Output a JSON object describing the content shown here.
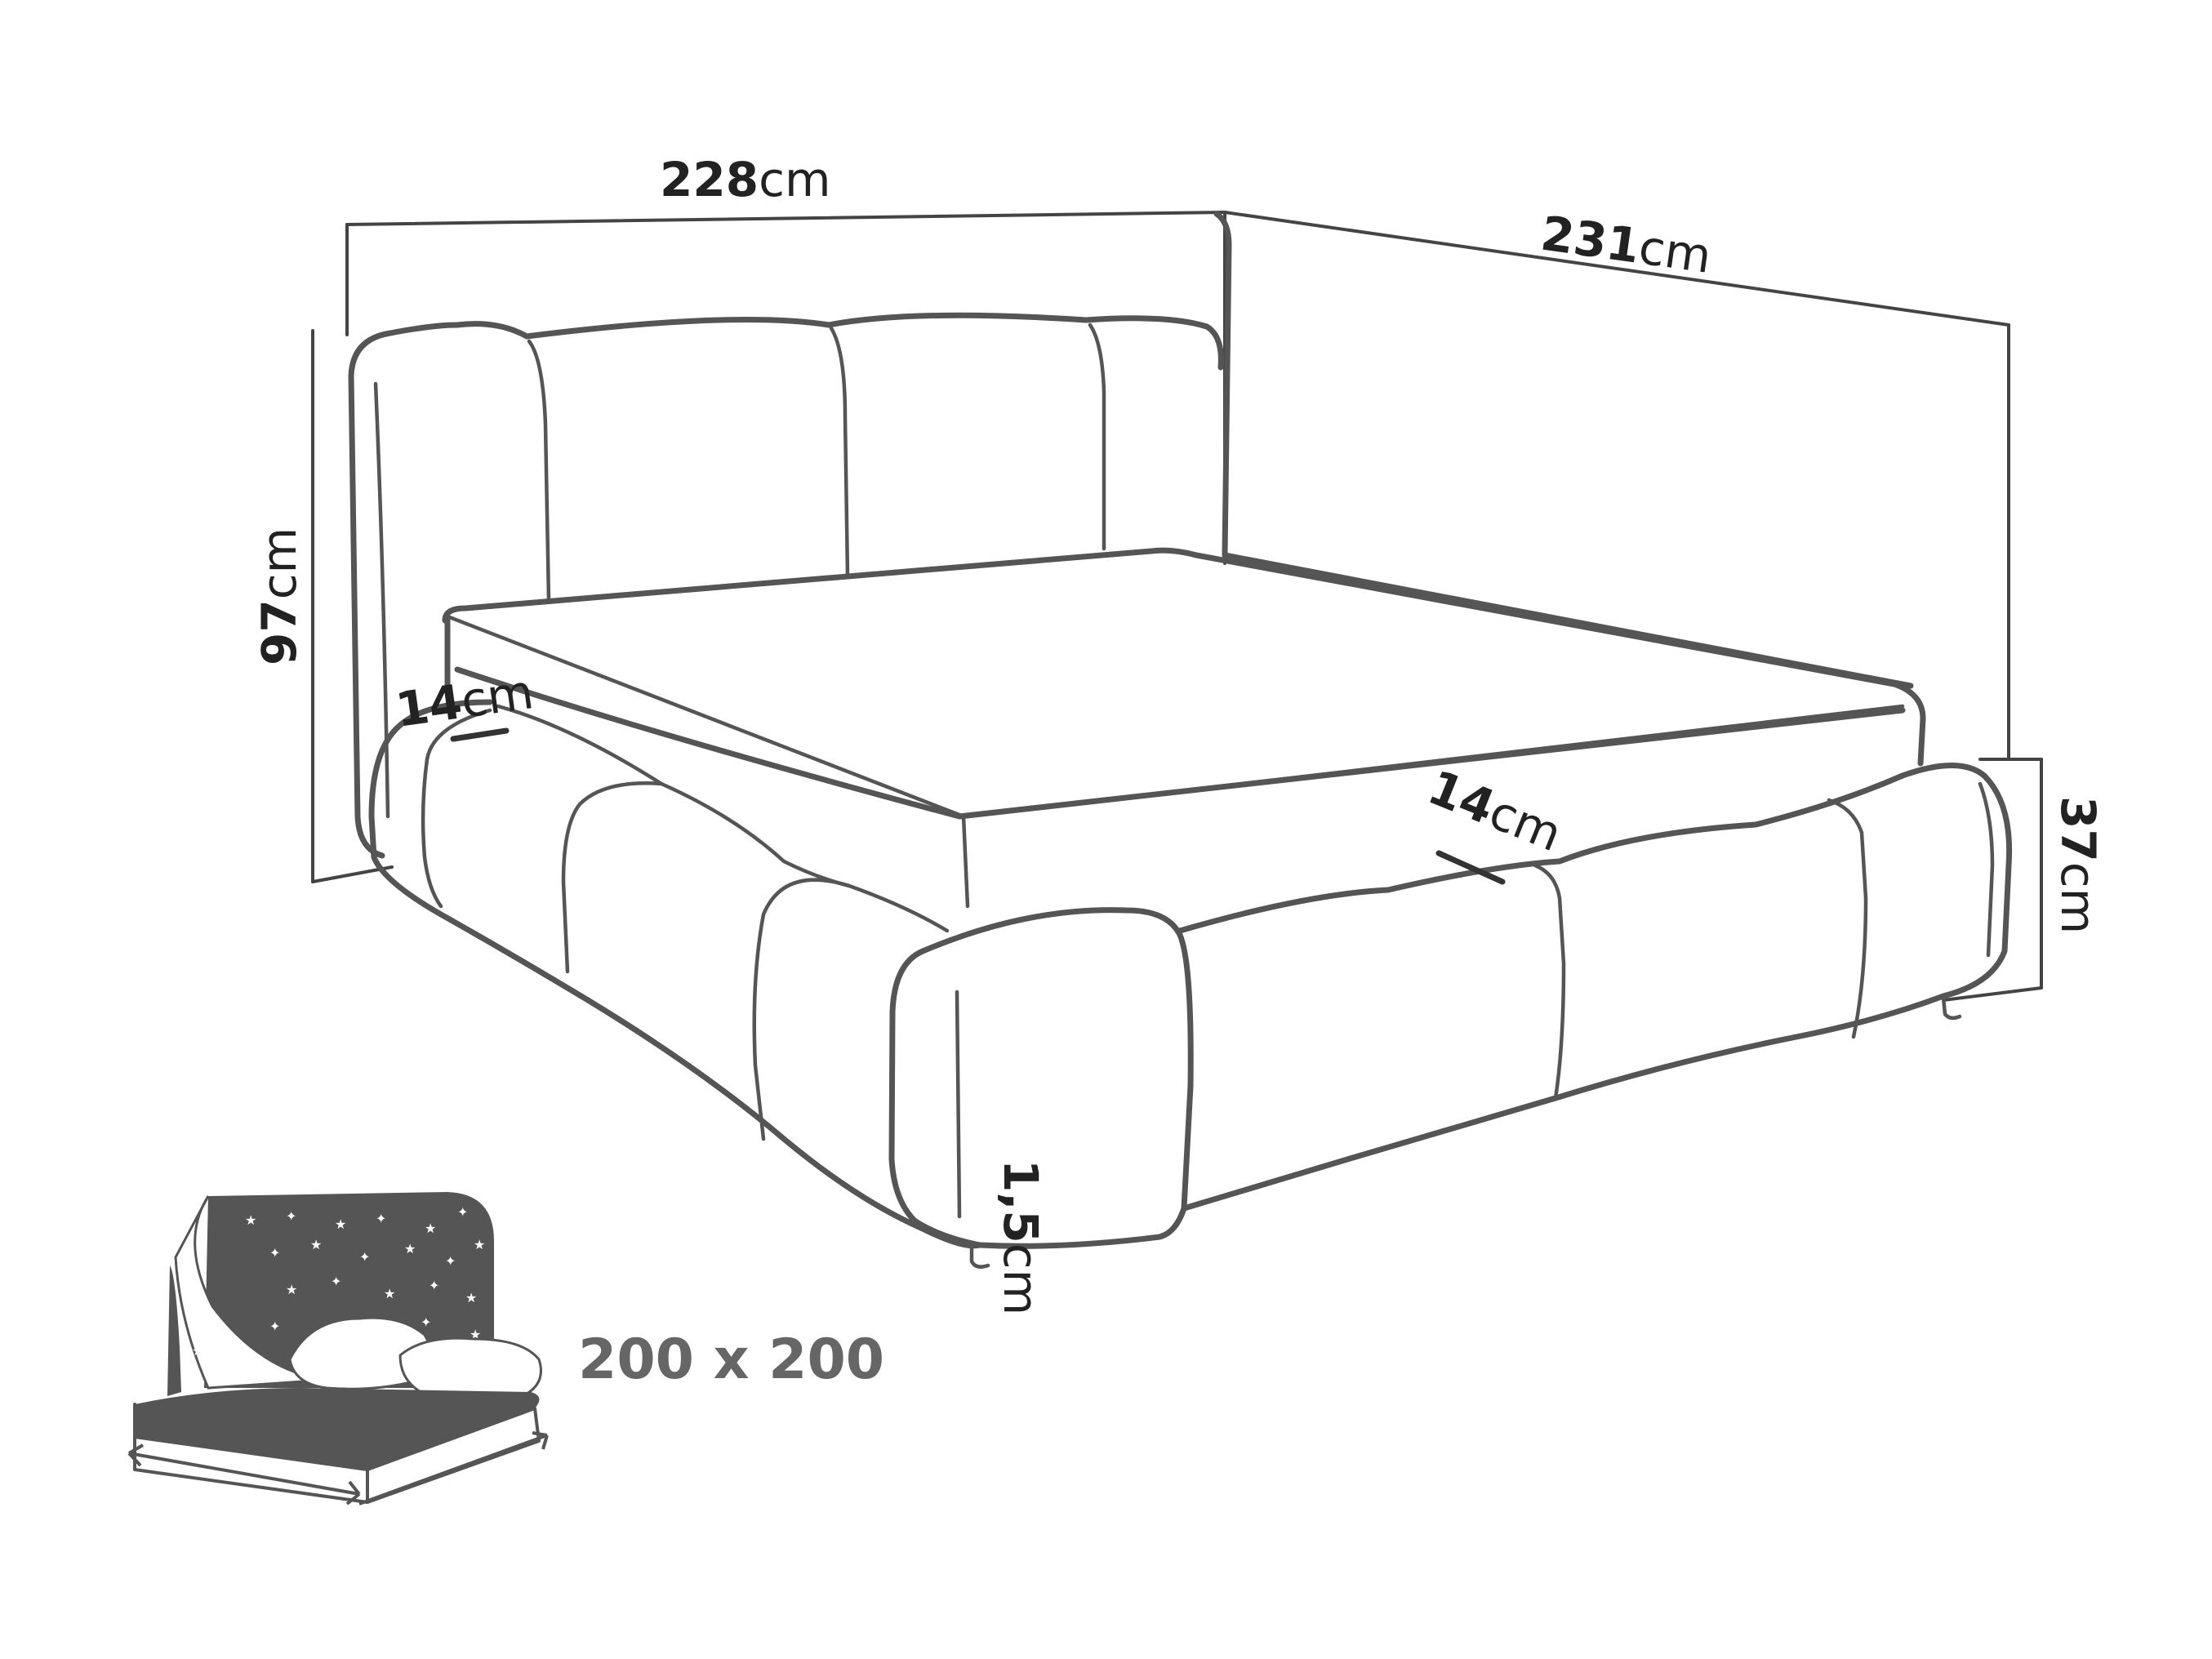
{
  "dimensions": {
    "width": {
      "value": "228",
      "unit": "cm"
    },
    "length": {
      "value": "231",
      "unit": "cm"
    },
    "height": {
      "value": "97",
      "unit": "cm"
    },
    "frame_height": {
      "value": "37",
      "unit": "cm"
    },
    "headboard_thickness": {
      "value": "14",
      "unit": "cm"
    },
    "side_rail_thickness": {
      "value": "14",
      "unit": "cm"
    },
    "leg_height": {
      "value": "1,5",
      "unit": "cm"
    }
  },
  "mattress_size": "200 x 200",
  "colors": {
    "outline": "#555555",
    "label": "#222222",
    "size_text": "#666666",
    "icon_dark": "#555555"
  },
  "icons": [
    "bed-outline-drawing",
    "mattress-size-icon"
  ]
}
